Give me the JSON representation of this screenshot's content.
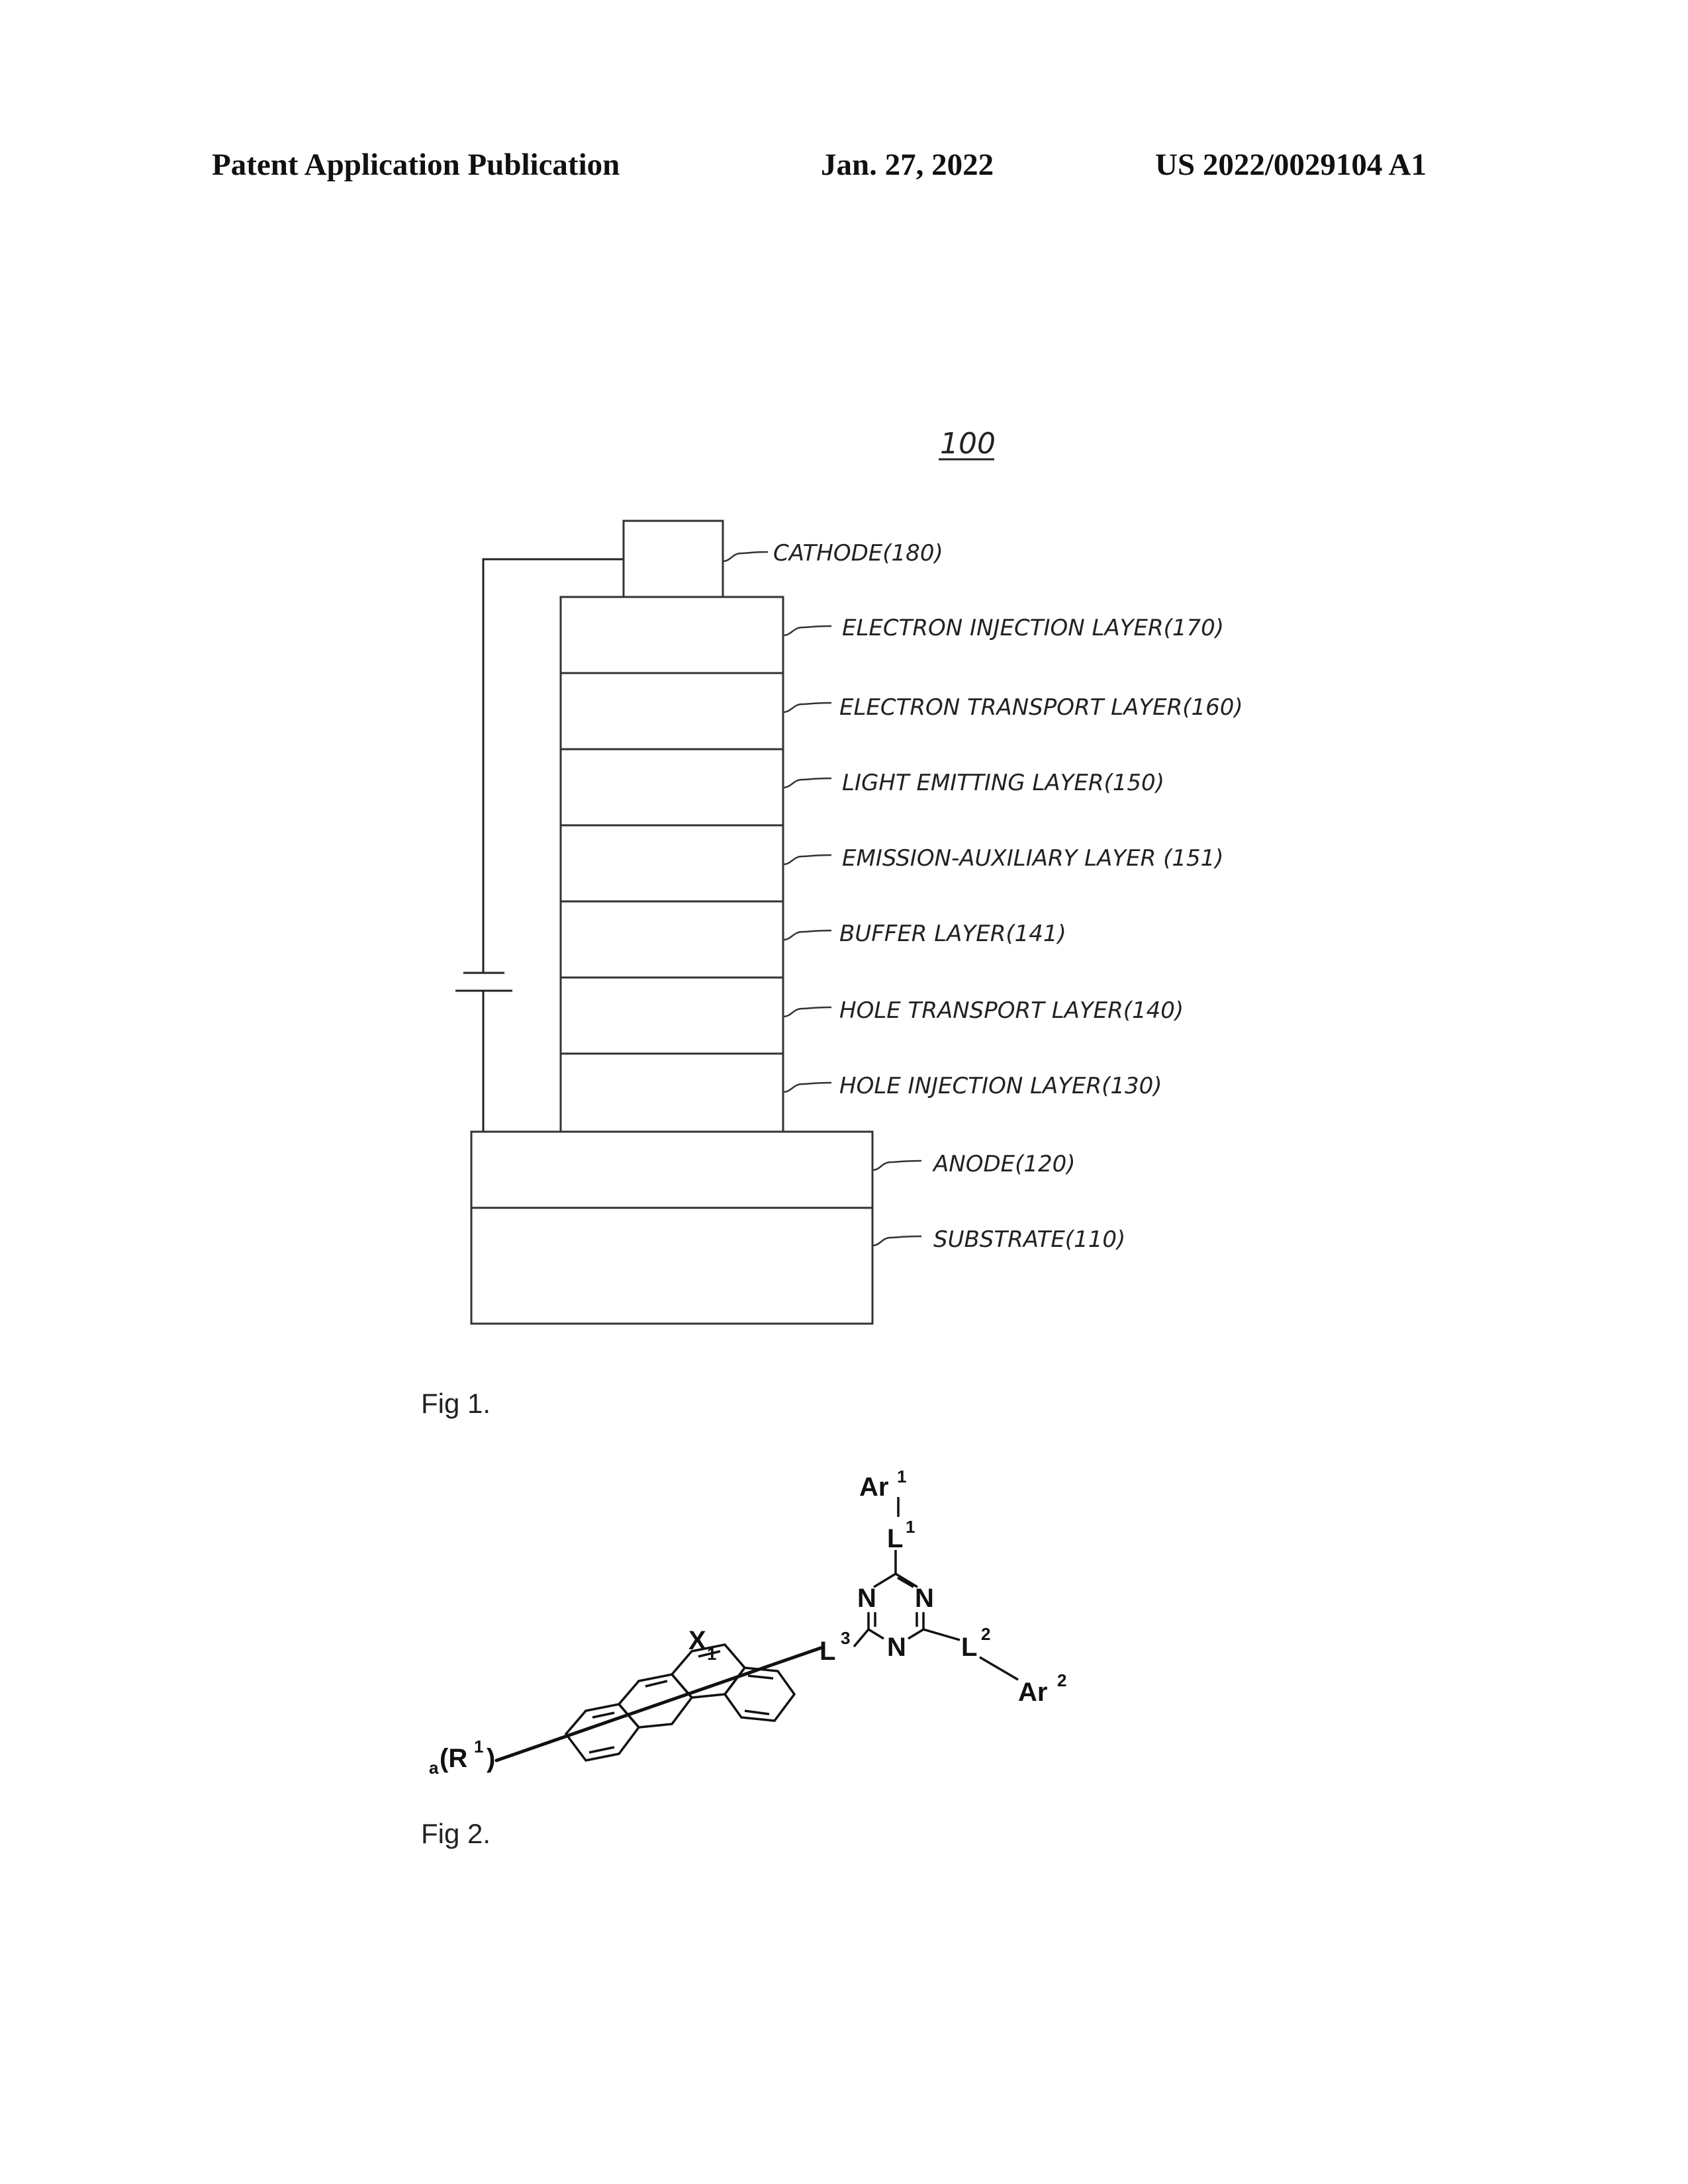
{
  "header": {
    "left": "Patent Application Publication",
    "date": "Jan. 27, 2022",
    "number": "US 2022/0029104 A1"
  },
  "figure1": {
    "ref_number": "100",
    "caption": "Fig 1.",
    "layers": [
      "CATHODE(180)",
      "ELECTRON INJECTION LAYER(170)",
      "ELECTRON TRANSPORT LAYER(160)",
      "LIGHT EMITTING LAYER(150)",
      "EMISSION-AUXILIARY LAYER (151)",
      "BUFFER LAYER(141)",
      "HOLE TRANSPORT LAYER(140)",
      "HOLE INJECTION LAYER(130)",
      "ANODE(120)",
      "SUBSTRATE(110)"
    ]
  },
  "figure2": {
    "caption": "Fig 2.",
    "labels": {
      "ar1": "Ar",
      "ar1_sup": "1",
      "l1": "L",
      "l1_sup": "1",
      "l2": "L",
      "l2_sup": "2",
      "l3": "L",
      "l3_sup": "3",
      "ar2": "Ar",
      "ar2_sup": "2",
      "x": "X",
      "x_sub": "1",
      "n": "N",
      "r_prefix": "a",
      "r": "(R",
      "r_sup": "1",
      "r_close": ")"
    }
  }
}
